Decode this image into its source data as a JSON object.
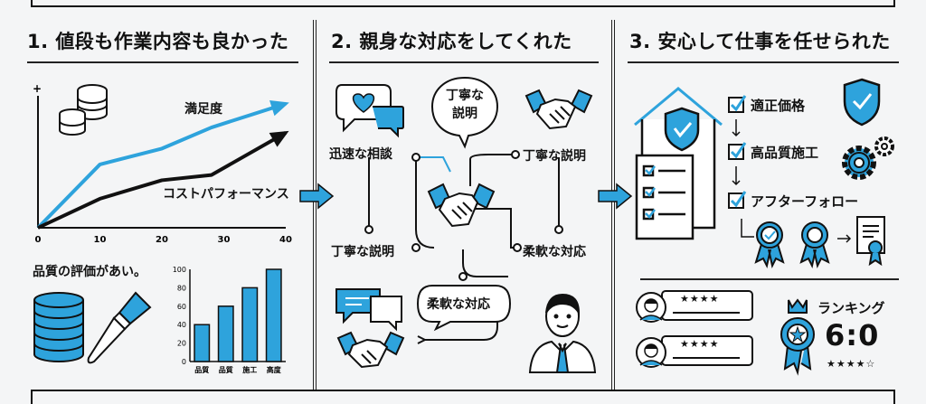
{
  "panel1": {
    "title": "1. 値段も作業内容も良かった",
    "line_label_top": "満足度",
    "line_label_bottom": "コストパフォーマンス",
    "caption": "品質の評価があい。"
  },
  "panel2": {
    "title": "2. 親身な対応をしてくれた",
    "bubble": "丁寧な\n説明",
    "label_fast": "迅速な相談",
    "label_explain_right": "丁寧な説明",
    "label_explain_left": "丁寧な説明",
    "label_flex_right": "柔軟な対応",
    "label_flex_bubble": "柔軟な対応"
  },
  "panel3": {
    "title": "3. 安心して仕事を任せられた",
    "check1": "適正価格",
    "check2": "高品質施工",
    "check3": "アフターフォロー",
    "review_stars": "★★★★",
    "ranking_label": "ランキング",
    "ranking_value": "6:0",
    "ranking_stars": "★★★★☆"
  },
  "chart_data": [
    {
      "type": "line",
      "x": [
        0,
        10,
        20,
        28,
        40
      ],
      "xticks": [
        "0",
        "10",
        "20",
        "30",
        "40"
      ],
      "yaxis_marker": "+",
      "series": [
        {
          "name": "満足度",
          "color": "#2ea3dc",
          "x": [
            0,
            10,
            20,
            28,
            40
          ],
          "values": [
            0,
            48,
            60,
            76,
            94
          ]
        },
        {
          "name": "コストパフォーマンス",
          "color": "#111111",
          "x": [
            0,
            10,
            20,
            28,
            40
          ],
          "values": [
            0,
            22,
            36,
            40,
            72
          ]
        }
      ],
      "xlim": [
        0,
        40
      ],
      "ylim": [
        0,
        100
      ]
    },
    {
      "type": "bar",
      "categories": [
        "品質",
        "品質",
        "施工",
        "高度"
      ],
      "values": [
        40,
        60,
        80,
        100
      ],
      "yticks": [
        "0",
        "20",
        "40",
        "60",
        "80",
        "100"
      ],
      "ylim": [
        0,
        100
      ],
      "color": "#2ea3dc"
    }
  ]
}
